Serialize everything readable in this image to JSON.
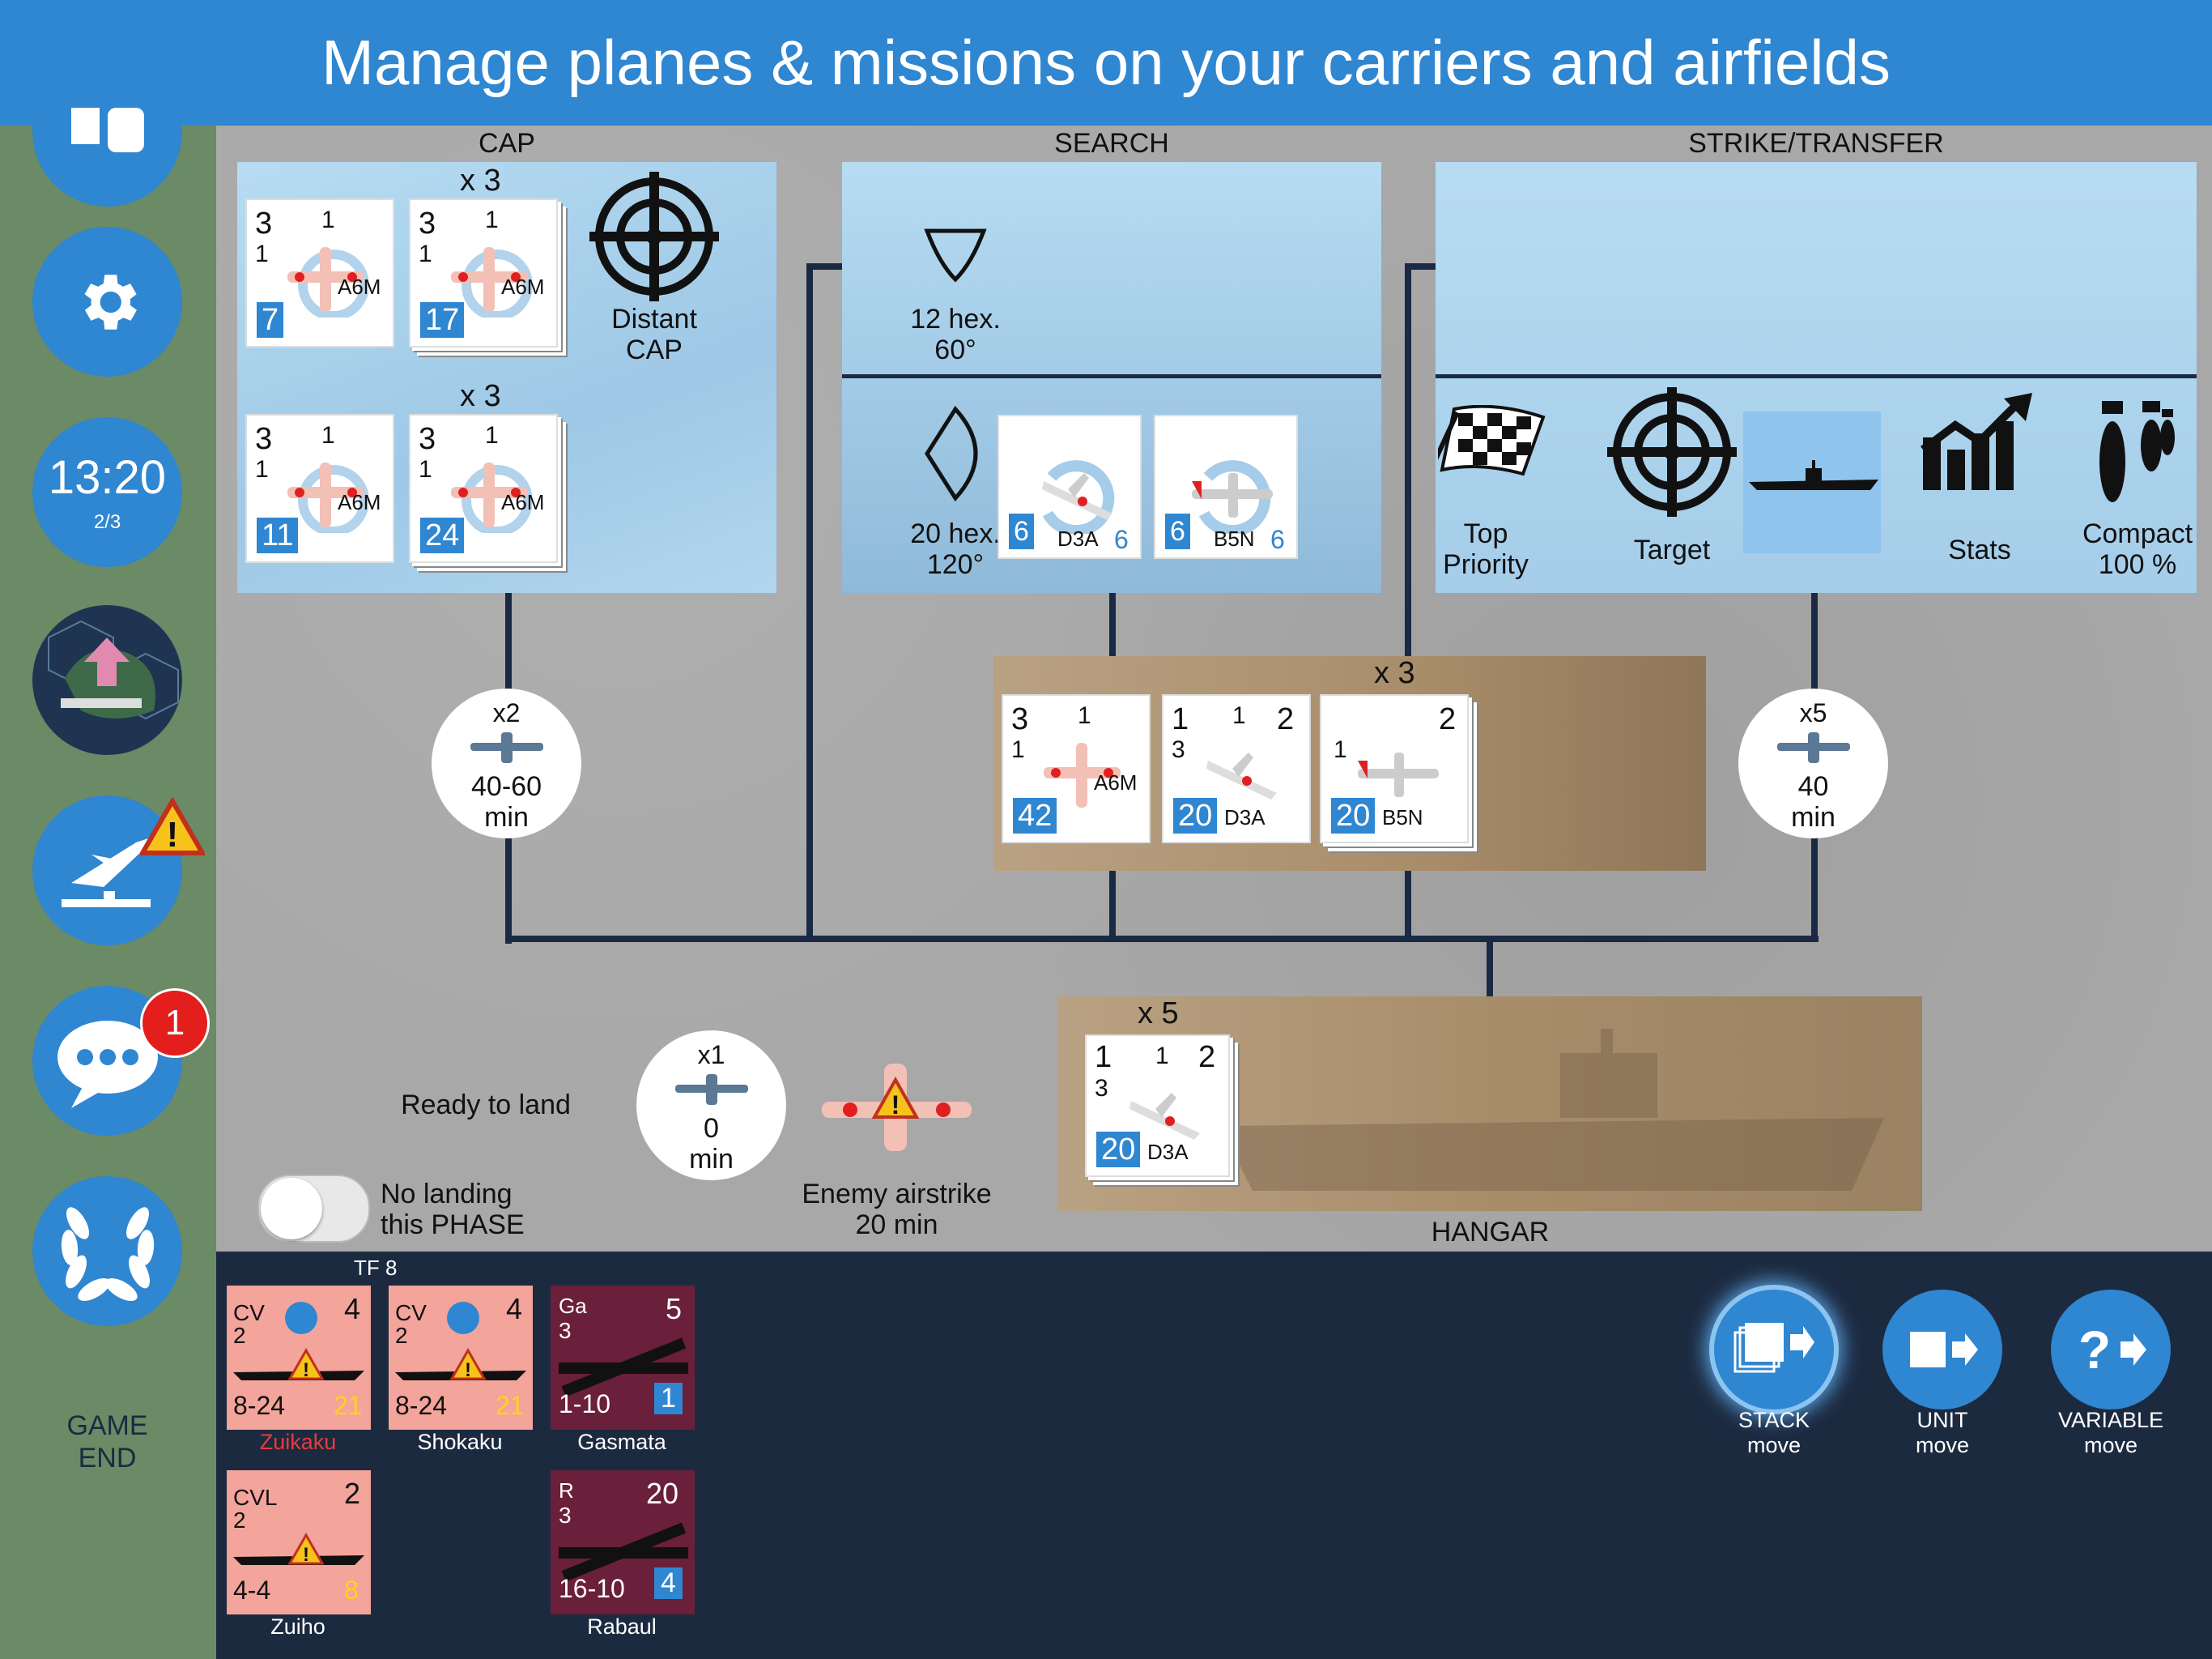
{
  "banner": {
    "title": "Manage planes & missions on your carriers and airfields"
  },
  "sidebar": {
    "clock": "13:20",
    "phase": "2/3",
    "chat_badge": "1",
    "game_end_1": "GAME",
    "game_end_2": "END"
  },
  "cap": {
    "title": "CAP",
    "row1_mult": "x 3",
    "row2_mult": "x 3",
    "distant_1": "Distant",
    "distant_2": "CAP",
    "counters": [
      {
        "a": "3",
        "b": "1",
        "c": "1",
        "type": "A6M",
        "num": "7"
      },
      {
        "a": "3",
        "b": "1",
        "c": "1",
        "type": "A6M",
        "num": "17"
      },
      {
        "a": "3",
        "b": "1",
        "c": "1",
        "type": "A6M",
        "num": "11"
      },
      {
        "a": "3",
        "b": "1",
        "c": "1",
        "type": "A6M",
        "num": "24"
      }
    ]
  },
  "search": {
    "title": "SEARCH",
    "short_1": "12 hex.",
    "short_2": "60°",
    "long_1": "20 hex.",
    "long_2": "120°",
    "counters": [
      {
        "num": "6",
        "type": "D3A",
        "extra": "6"
      },
      {
        "num": "6",
        "type": "B5N",
        "extra": "6"
      }
    ]
  },
  "strike": {
    "title": "STRIKE/TRANSFER",
    "top_1": "Top",
    "top_2": "Priority",
    "target": "Target",
    "stats": "Stats",
    "compact_1": "Compact",
    "compact_2": "100 %"
  },
  "deck": {
    "mult": "x 3",
    "counters": [
      {
        "a": "3",
        "b": "1",
        "c": "1",
        "type": "A6M",
        "num": "42"
      },
      {
        "a": "1",
        "b": "1",
        "c": "2",
        "d": "3",
        "type": "D3A",
        "num": "20"
      },
      {
        "a": "1",
        "c": "2",
        "type": "B5N",
        "num": "20"
      }
    ]
  },
  "timers": {
    "left": {
      "mult": "x2",
      "t1": "40-60",
      "t2": "min"
    },
    "right": {
      "mult": "x5",
      "t1": "40",
      "t2": "min"
    },
    "land": {
      "mult": "x1",
      "t1": "0",
      "t2": "min"
    }
  },
  "landing": {
    "ready": "Ready to land",
    "nolanding_1": "No landing",
    "nolanding_2": "this PHASE",
    "enemy_1": "Enemy airstrike",
    "enemy_2": "20 min"
  },
  "hangar": {
    "title": "HANGAR",
    "mult": "x 5",
    "counter": {
      "a": "1",
      "b": "1",
      "c": "2",
      "d": "3",
      "type": "D3A",
      "num": "20"
    }
  },
  "tf": {
    "label": "TF 8",
    "units": [
      {
        "cls": "CV",
        "n": "2",
        "val": "4",
        "range": "8-24",
        "fuel": "21",
        "name": "Zuikaku"
      },
      {
        "cls": "CV",
        "n": "2",
        "val": "4",
        "range": "8-24",
        "fuel": "21",
        "name": "Shokaku"
      },
      {
        "cls": "Ga",
        "n": "3",
        "val": "5",
        "range": "1-10",
        "badge": "1",
        "name": "Gasmata"
      },
      {
        "cls": "CVL",
        "n": "2",
        "val": "2",
        "range": "4-4",
        "fuel": "8",
        "name": "Zuiho"
      },
      {
        "cls": "R",
        "n": "3",
        "val": "20",
        "range": "16-10",
        "badge": "4",
        "name": "Rabaul"
      }
    ]
  },
  "moves": [
    {
      "l1": "STACK",
      "l2": "move"
    },
    {
      "l1": "UNIT",
      "l2": "move"
    },
    {
      "l1": "VARIABLE",
      "l2": "move"
    }
  ],
  "colors": {
    "accent": "#2f86d1",
    "dark": "#1c2a40",
    "sidebar": "#6b8a66",
    "unit_pink": "#f3a49b",
    "unit_maroon": "#6a1f3a"
  }
}
